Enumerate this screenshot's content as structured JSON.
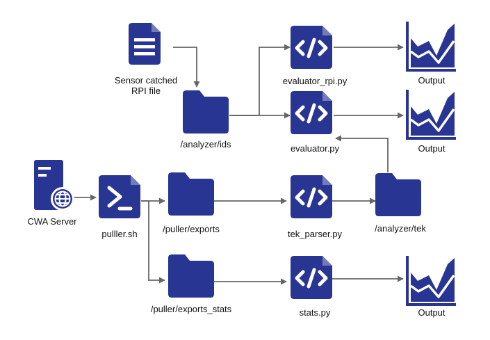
{
  "colors": {
    "icon": "#283593",
    "connector": "#666666",
    "background": "#ffffff",
    "text": "#111111"
  },
  "nodes": {
    "sensor_file": {
      "label_line1": "Sensor catched",
      "label_line2": "RPI file",
      "icon": "document-icon"
    },
    "analyzer_ids": {
      "label": "/analyzer/ids",
      "icon": "folder-icon"
    },
    "evaluator_rpi": {
      "label": "evaluator_rpi.py",
      "icon": "code-file-icon"
    },
    "evaluator": {
      "label": "evaluator.py",
      "icon": "code-file-icon"
    },
    "output_1": {
      "label": "Output",
      "icon": "area-chart-icon"
    },
    "output_2": {
      "label": "Output",
      "icon": "area-chart-icon"
    },
    "cwa_server": {
      "label": "CWA Server",
      "icon": "server-globe-icon"
    },
    "puller_sh": {
      "label": "pulller.sh",
      "icon": "shell-script-icon"
    },
    "puller_exports": {
      "label": "/puller/exports",
      "icon": "folder-icon"
    },
    "tek_parser": {
      "label": "tek_parser.py",
      "icon": "code-file-icon"
    },
    "analyzer_tek": {
      "label": "/analyzer/tek",
      "icon": "folder-icon"
    },
    "puller_exports_stats": {
      "label": "/puller/exports_stats",
      "icon": "folder-icon"
    },
    "stats": {
      "label": "stats.py",
      "icon": "code-file-icon"
    },
    "output_3": {
      "label": "Output",
      "icon": "area-chart-icon"
    }
  }
}
